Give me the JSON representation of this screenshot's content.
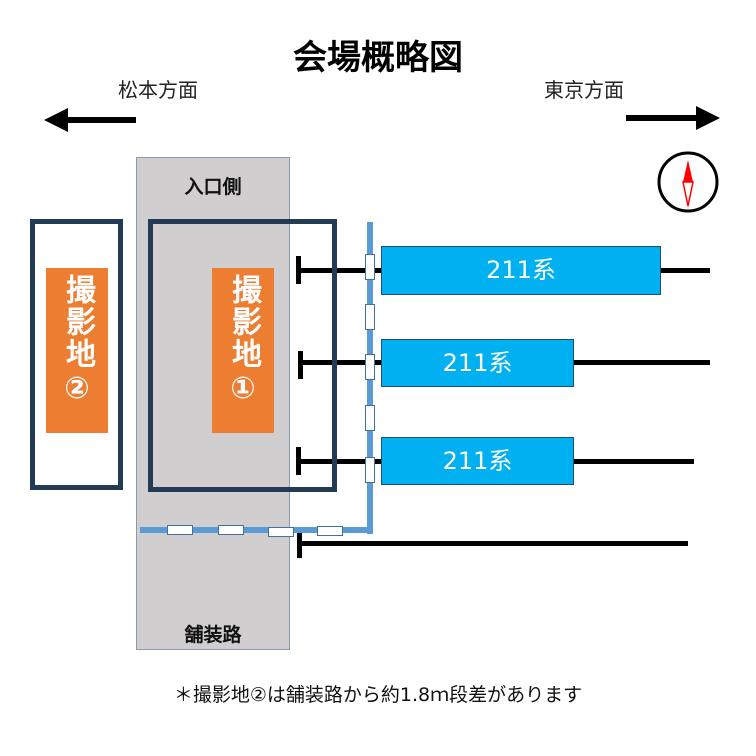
{
  "title": "会場概略図",
  "directions": {
    "left": "松本方面",
    "right": "東京方面"
  },
  "road": {
    "top_label": "入口側",
    "bottom_label": "舗装路"
  },
  "spots": [
    {
      "line1": "撮影地",
      "line2": "②"
    },
    {
      "line1": "撮影地",
      "line2": "①"
    }
  ],
  "trains": [
    "211系",
    "211系",
    "211系"
  ],
  "note": "＊撮影地②は舗装路から約1.8ｍ段差があります",
  "colors": {
    "spot": "#ed7d31",
    "train": "#00b0f0",
    "fence": "#5b9bd5",
    "area": "#243b55",
    "road": "#d0cece",
    "compass": "#ff0000"
  }
}
